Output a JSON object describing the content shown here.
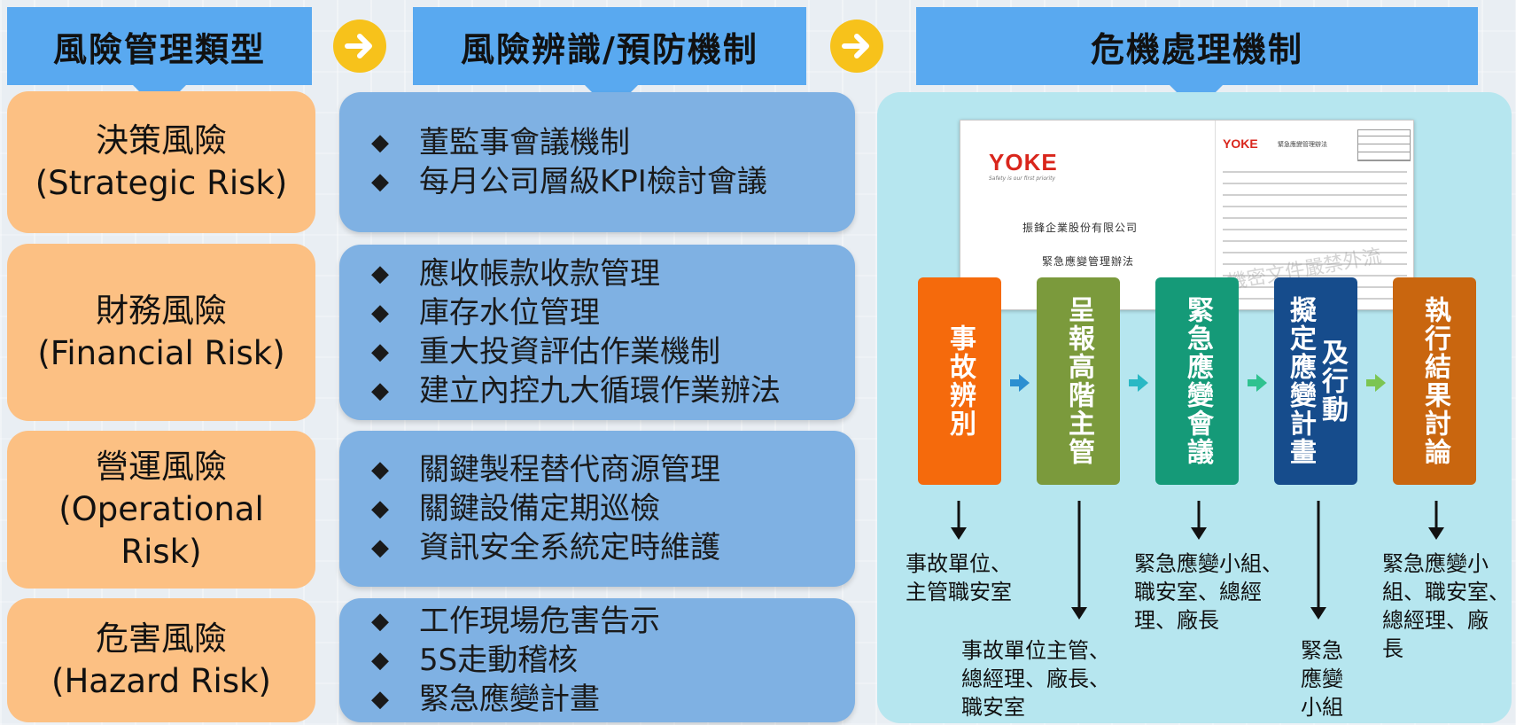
{
  "headers": {
    "col1": "風險管理類型",
    "col2": "風險辨識/預防機制",
    "col3": "危機處理機制"
  },
  "risks": [
    {
      "zh": "決策風險",
      "en": "(Strategic Risk)"
    },
    {
      "zh": "財務風險",
      "en": "(Financial Risk)"
    },
    {
      "zh": "營運風險",
      "en": "(Operational",
      "en2": "Risk)"
    },
    {
      "zh": "危害風險",
      "en": "(Hazard Risk)"
    }
  ],
  "measures": [
    [
      "董監事會議機制",
      "每月公司層級KPI檢討會議"
    ],
    [
      "應收帳款收款管理",
      "庫存水位管理",
      "重大投資評估作業機制",
      "建立內控九大循環作業辦法"
    ],
    [
      "關鍵製程替代商源管理",
      "關鍵設備定期巡檢",
      "資訊安全系統定時維護"
    ],
    [
      "工作現場危害告示",
      "5S走動稽核",
      "緊急應變計畫"
    ]
  ],
  "bullet": "◆",
  "document": {
    "logo": "YOKE",
    "tagline": "Safety is our first priority",
    "company": "振鋒企業股份有限公司",
    "title": "緊急應變管理辦法",
    "page2_title": "緊急應變管理辦法",
    "watermark": "機密文件嚴禁外流"
  },
  "steps": [
    {
      "label": "事故辨別",
      "color": "#f56a0c"
    },
    {
      "label": "呈報高階主管",
      "color": "#7b9a3c"
    },
    {
      "label": "緊急應變會議",
      "color": "#159a78"
    },
    {
      "label": "擬定應變計畫",
      "label2": "及行動",
      "color": "#164c8c"
    },
    {
      "label": "執行結果討論",
      "color": "#c9660f"
    }
  ],
  "step_arrow_colors": [
    "#2c8fd1",
    "#29b8c4",
    "#2fc28f",
    "#7cc552"
  ],
  "descriptions": {
    "d1": [
      "事故單位、",
      "主管職安室"
    ],
    "d2": [
      "事故單位主管、",
      "總經理、廠長、",
      "職安室"
    ],
    "d3": [
      "緊急應變小組、",
      "職安室、總經",
      "理、廠長"
    ],
    "d4": "緊急應變小組",
    "d5": [
      "緊急應變小",
      "組、職安室、",
      "總經理、廠",
      "長"
    ]
  },
  "colors": {
    "header": "#59a9f0",
    "risk": "#fcc083",
    "measure": "#7fb1e3",
    "panel": "#b6e6ef",
    "arrow_circle": "#f7c21b"
  }
}
